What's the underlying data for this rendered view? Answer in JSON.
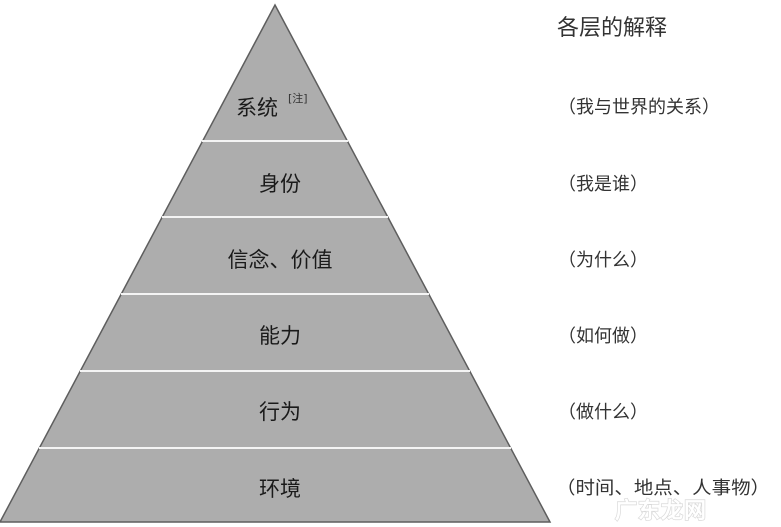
{
  "explanation_header": "各层的解释",
  "levels": [
    {
      "name": "系统",
      "note": "[注]",
      "description": "（我与世界的关系）"
    },
    {
      "name": "身份",
      "description": "（我是谁）"
    },
    {
      "name": "信念、价值",
      "description": "（为什么）"
    },
    {
      "name": "能力",
      "description": "（如何做）"
    },
    {
      "name": "行为",
      "description": "（做什么）"
    },
    {
      "name": "环境",
      "description": "（时间、地点、人事物）"
    }
  ],
  "watermark": "广东龙网",
  "colors": {
    "pyramid_fill": "#adadad",
    "pyramid_stroke": "#5e5e5e",
    "text": "#1a1a1a"
  }
}
